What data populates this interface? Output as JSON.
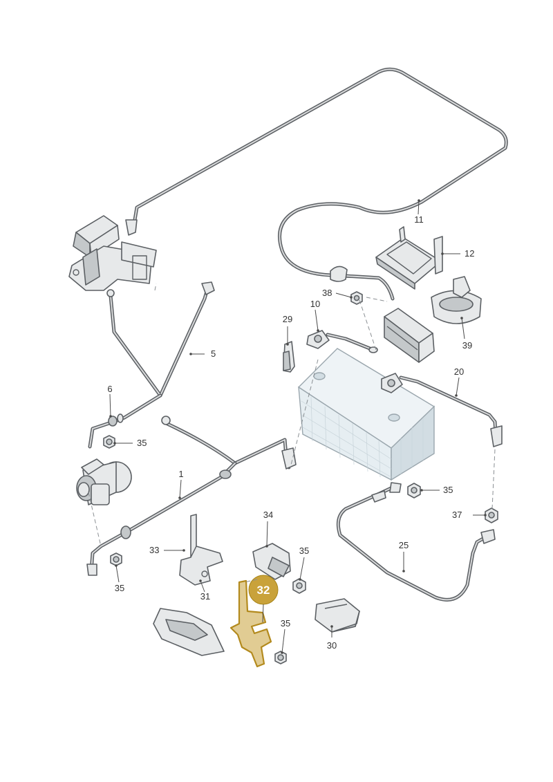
{
  "callouts": {
    "c1": "1",
    "c5": "5",
    "c6": "6",
    "c10": "10",
    "c11": "11",
    "c12": "12",
    "c20": "20",
    "c25": "25",
    "c29": "29",
    "c30": "30",
    "c31": "31",
    "c33": "33",
    "c34": "34",
    "c35a": "35",
    "c35b": "35",
    "c35c": "35",
    "c35d": "35",
    "c35e": "35",
    "c37": "37",
    "c38": "38",
    "c39": "39"
  },
  "highlight": {
    "label": "32",
    "color": "#c9a23a"
  },
  "colors": {
    "line": "#5b5f63",
    "battery": "#e6eef2",
    "accent": "#c9a23a"
  }
}
